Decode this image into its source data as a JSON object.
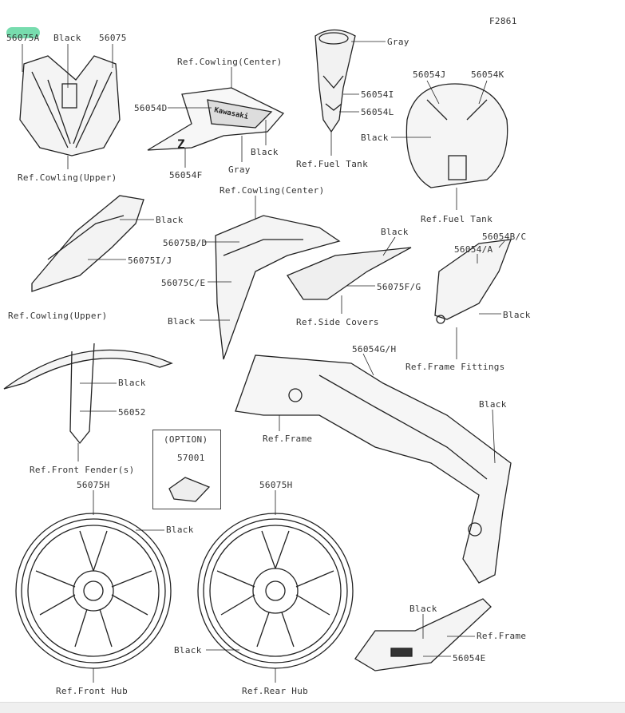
{
  "diagram_id": "F2861",
  "highlight_color": "#5fd6a0",
  "labels": {
    "l56075A": "56075A",
    "black1": "Black",
    "l56075": "56075",
    "cowlUpper1": "Ref.Cowling(Upper)",
    "cowlCenter1": "Ref.Cowling(Center)",
    "l56054D": "56054D",
    "black2": "Black",
    "gray1": "Gray",
    "l56054F": "56054F",
    "gray2": "Gray",
    "l56054I": "56054I",
    "l56054L": "56054L",
    "fuelTank1": "Ref.Fuel Tank",
    "l56054J": "56054J",
    "l56054K": "56054K",
    "black3": "Black",
    "fuelTank2": "Ref.Fuel Tank",
    "black4": "Black",
    "l56075IJ": "56075I/J",
    "cowlUpper2": "Ref.Cowling(Upper)",
    "cowlCenter2": "Ref.Cowling(Center)",
    "l56075BD": "56075B/D",
    "l56075CE": "56075C/E",
    "black5": "Black",
    "black6": "Black",
    "l56075FG": "56075F/G",
    "sideCovers": "Ref.Side Covers",
    "l56054BC": "56054B/C",
    "l56054A": "56054/A",
    "black7": "Black",
    "frameFittings": "Ref.Frame Fittings",
    "black8": "Black",
    "l56052": "56052",
    "frontFender": "Ref.Front Fender(s)",
    "option": "(OPTION)",
    "l57001": "57001",
    "l56054GH": "56054G/H",
    "frame1": "Ref.Frame",
    "black9": "Black",
    "l56075H1": "56075H",
    "l56075H2": "56075H",
    "black10": "Black",
    "frontHub": "Ref.Front Hub",
    "black11": "Black",
    "rearHub": "Ref.Rear Hub",
    "black12": "Black",
    "frame2": "Ref.Frame",
    "l56054E": "56054E"
  }
}
